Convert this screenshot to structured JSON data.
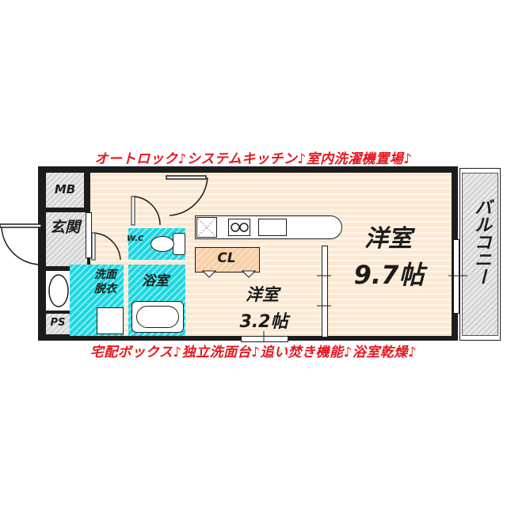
{
  "banners": {
    "top": "オートロック♪システムキッチン♪室内洗濯機置場♪",
    "bottom": "宅配ボックス♪独立洗面台♪追い焚き機能♪浴室乾燥♪"
  },
  "rooms": {
    "mb": "MB",
    "entrance": "玄関",
    "washroom_line1": "洗面",
    "washroom_line2": "脱衣",
    "ps": "PS",
    "wc": "W.C",
    "bath": "浴室",
    "closet": "CL",
    "small_room_name": "洋室",
    "small_room_size": "3.2帖",
    "main_room_name": "洋室",
    "main_room_size": "9.7帖",
    "balcony": "バルコニー"
  },
  "colors": {
    "banner_text": "#e8141c",
    "wall": "#1c1c1c",
    "floor": "#fbe9d4",
    "wet_area": "#1fd6e0",
    "closet": "#f8cfa8",
    "hatch_gray": "#d4d4d4"
  }
}
